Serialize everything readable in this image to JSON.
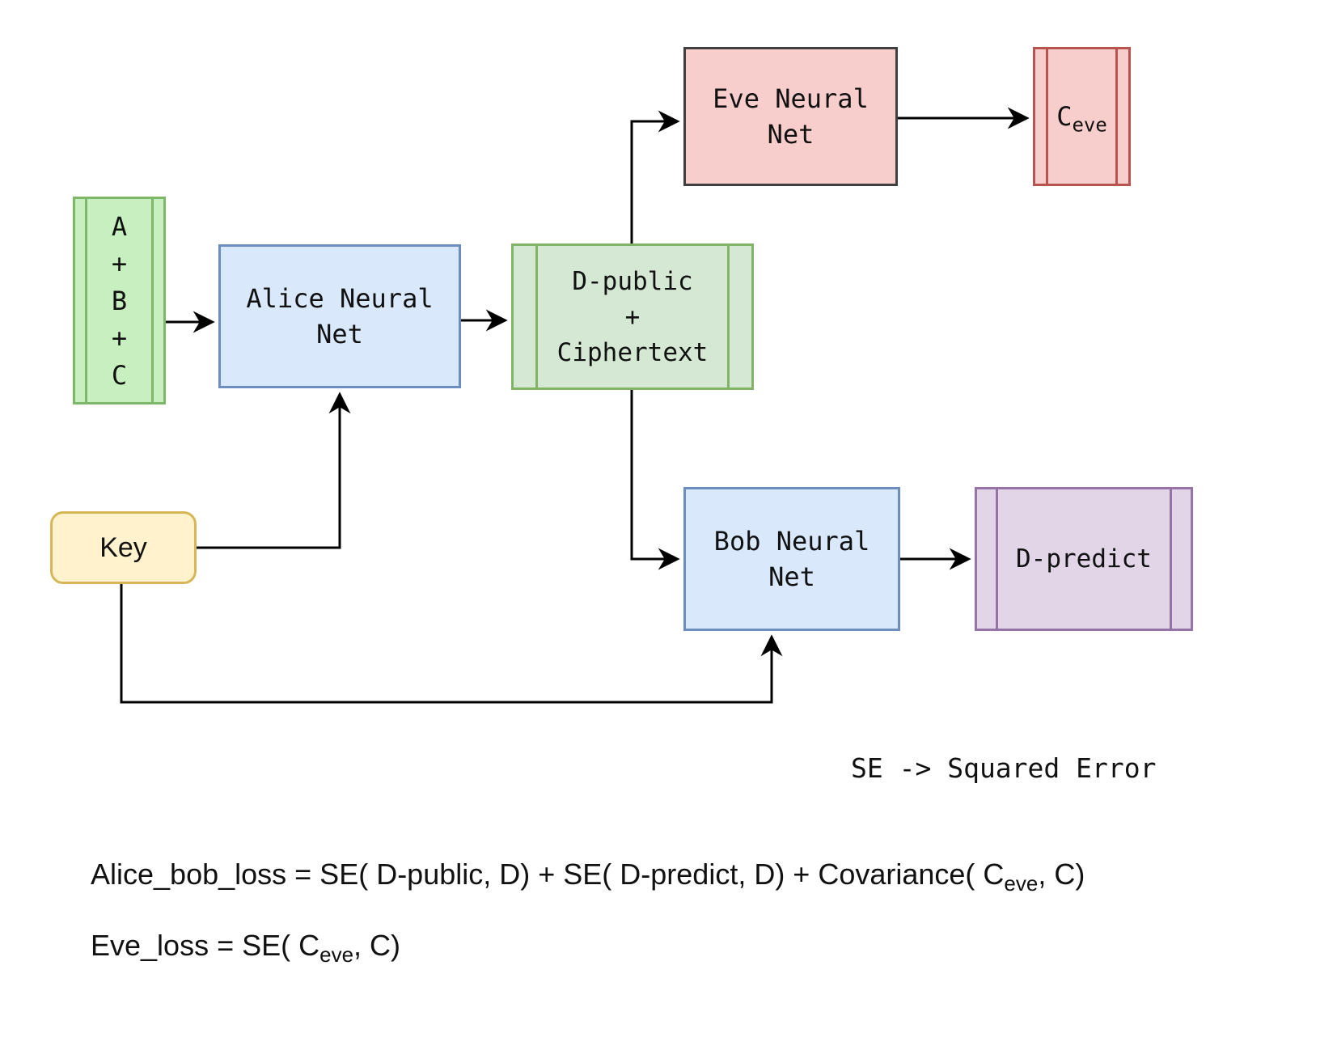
{
  "diagram": {
    "line_color": "#000000",
    "nodes": {
      "abc": {
        "lines": [
          "A",
          "+",
          "B",
          "+",
          "C"
        ],
        "fill": "#c7efbf",
        "stroke": "#7eb767"
      },
      "alice": {
        "lines": [
          "Alice Neural",
          "Net"
        ],
        "fill": "#dae8fc",
        "stroke": "#6c8ebf"
      },
      "dpublic": {
        "lines": [
          "D-public",
          "+",
          "Ciphertext"
        ],
        "fill": "#d5e8d4",
        "stroke": "#82b366"
      },
      "eve": {
        "lines": [
          "Eve Neural",
          "Net"
        ],
        "fill": "#f8cecc",
        "stroke": "#3f3f3f"
      },
      "ceve": {
        "base": "C",
        "sub": "eve",
        "fill": "#f8cecc",
        "stroke": "#b85450"
      },
      "key": {
        "label": "Key",
        "fill": "#fff2cc",
        "stroke": "#d6b656"
      },
      "bob": {
        "lines": [
          "Bob Neural",
          "Net"
        ],
        "fill": "#dae8fc",
        "stroke": "#6c8ebf"
      },
      "dpredict": {
        "lines": [
          "D-predict"
        ],
        "fill": "#e1d5e7",
        "stroke": "#9673a6"
      }
    },
    "note": "SE -> Squared Error",
    "formulas": {
      "alice_bob_loss": {
        "before_sub": "Alice_bob_loss = SE( D-public, D) + SE( D-predict, D) + Covariance( C",
        "sub": "eve",
        "after_sub": ", C)"
      },
      "eve_loss": {
        "before_sub": "Eve_loss = SE( C",
        "sub": "eve",
        "after_sub": ", C)"
      }
    }
  }
}
